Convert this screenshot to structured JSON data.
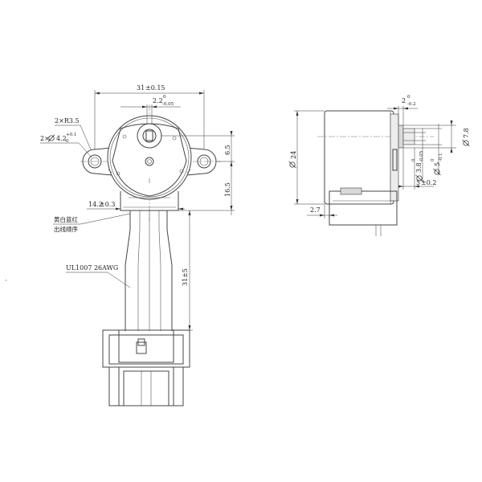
{
  "front_view": {
    "overall_width": "31",
    "overall_width_tol": "±0.15",
    "shaft_offset": "2.2",
    "shaft_offset_tol_upper": "0",
    "shaft_offset_tol_lower": "-0.05",
    "mount_radius": "2×R3.5",
    "mount_hole_prefix": "2×",
    "mount_hole_dia": "4.2",
    "mount_hole_tol_upper": "+0.1",
    "mount_hole_tol_lower": "0",
    "shaft_to_hole_height": "6.5",
    "hole_to_tab_height": "16.5",
    "tab_width": "14.2",
    "tab_width_tol": "±0.3",
    "wire_color_label": "黄白蓝红",
    "wire_order_label": "出线顺序",
    "cable_spec": "UL1007 26AWG",
    "cable_length": "31",
    "cable_length_tol": "±5"
  },
  "side_view": {
    "shaft_collar_length": "2",
    "shaft_collar_tol_upper": "0",
    "shaft_collar_tol_lower": "-0.2",
    "body_diameter": "24",
    "flat_diameter": "7.8",
    "flat_size": "3.8",
    "flat_size_tol_upper": "0",
    "flat_size_tol_lower": "-0.05",
    "shaft_diameter": "5",
    "shaft_diameter_tol_upper": "0",
    "shaft_diameter_tol_lower": "-0.1",
    "shaft_length": "5",
    "shaft_length_tol": "±0.2",
    "base_offset": "2.7"
  },
  "icons": {
    "diameter_symbol": "diameter-symbol-icon"
  }
}
